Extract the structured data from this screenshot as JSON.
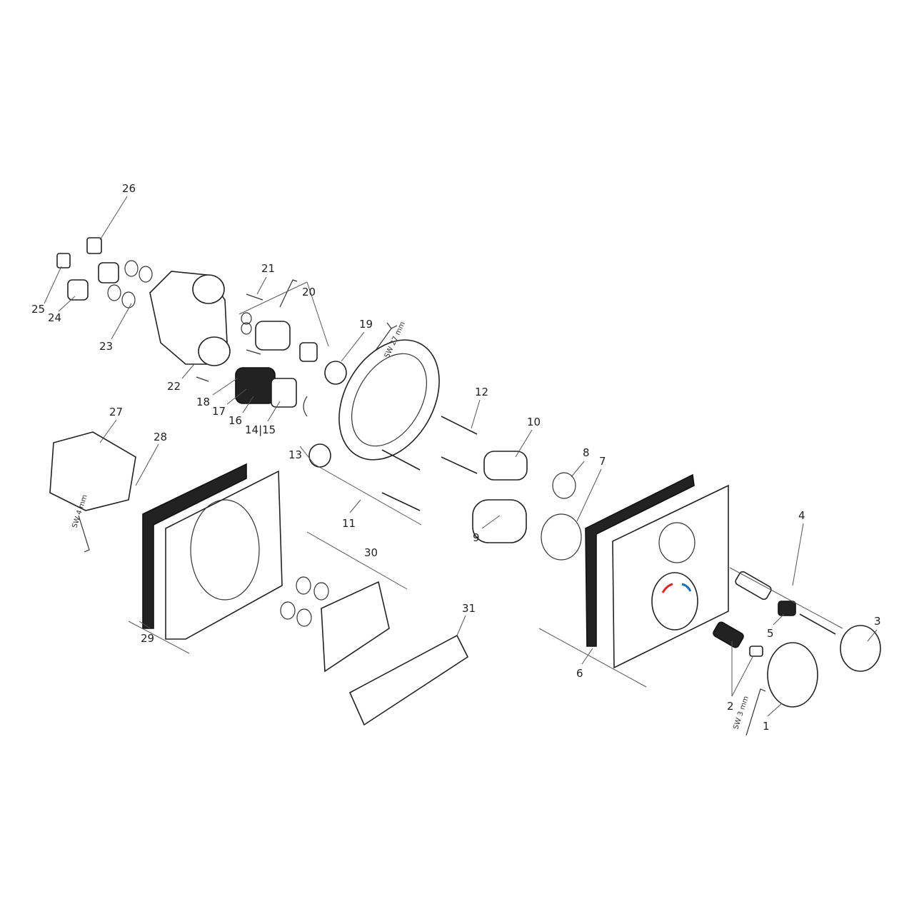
{
  "diagram": {
    "type": "exploded-parts-diagram",
    "part_labels": [
      "1",
      "2",
      "3",
      "4",
      "5",
      "6",
      "7",
      "8",
      "9",
      "10",
      "11",
      "12",
      "13",
      "14|15",
      "16",
      "17",
      "18",
      "19",
      "20",
      "21",
      "22",
      "23",
      "24",
      "25",
      "26",
      "27",
      "28",
      "29",
      "30",
      "31"
    ],
    "tool_labels": [
      "SW 27 mm",
      "SW 4 mm",
      "SW 3 mm"
    ],
    "accent_colors": {
      "hot": "#d9262c",
      "cold": "#1f6fb5"
    }
  }
}
